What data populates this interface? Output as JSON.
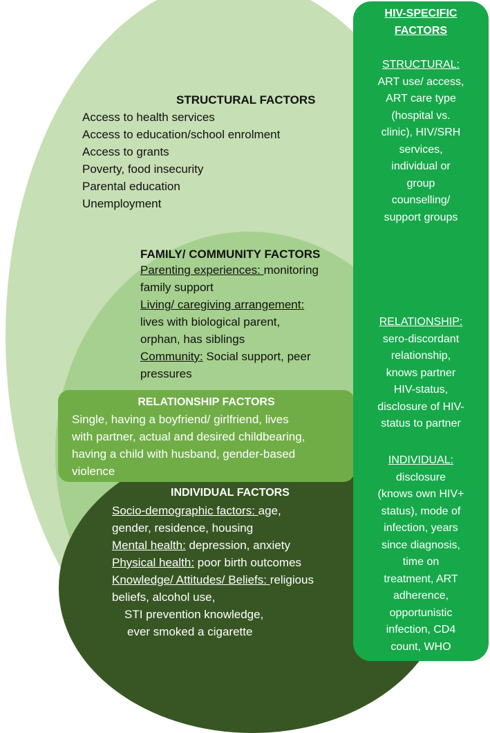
{
  "structural": {
    "title": "STRUCTURAL FACTORS",
    "items": [
      "Access to health services",
      "Access to education/school enrolment",
      "Access to grants",
      "Poverty, food insecurity",
      "Parental education",
      "Unemployment"
    ]
  },
  "family": {
    "title": "FAMILY/ COMMUNITY FACTORS",
    "parenting_label": "Parenting experiences: ",
    "parenting_text_1": "monitoring",
    "parenting_text_2": "family support",
    "living_label": "Living/ caregiving arrangement:",
    "living_text_1": "lives with biological parent,",
    "living_text_2": "orphan, has siblings",
    "community_label": "Community:",
    "community_text_1": " Social support, peer",
    "community_text_2": "pressures"
  },
  "relationship": {
    "title": "RELATIONSHIP FACTORS",
    "lines": [
      "Single, having a boyfriend/ girlfriend, lives",
      "with partner, actual and desired childbearing,",
      "having a child with husband, gender-based",
      "violence"
    ]
  },
  "individual": {
    "title": "INDIVIDUAL FACTORS",
    "socio_label": "Socio-demographic factors: ",
    "socio_text_1": "age,",
    "socio_text_2": "gender, residence, housing",
    "mental_label": "Mental health:",
    "mental_text": " depression, anxiety",
    "physical_label": "Physical health:",
    "physical_text": " poor birth outcomes",
    "knowledge_label": "Knowledge/ Attitudes/ Beliefs: ",
    "knowledge_text_1": "religious",
    "knowledge_text_2": "beliefs, alcohol use,",
    "knowledge_text_3": "STI prevention knowledge,",
    "knowledge_text_4": "ever smoked a cigarette"
  },
  "hiv": {
    "title_1": "HIV-SPECIFIC",
    "title_2": "FACTORS",
    "structural_label": "STRUCTURAL:",
    "structural_lines": [
      "ART use/ access,",
      "ART care type",
      "(hospital vs.",
      "clinic), HIV/SRH",
      "services,",
      "individual or",
      "group",
      "counselling/",
      "support groups"
    ],
    "relationship_label": "RELATIONSHIP:",
    "relationship_lines": [
      "sero-discordant",
      "relationship,",
      "knows partner",
      "HIV-status,",
      "disclosure of HIV-",
      "status to partner"
    ],
    "individual_label": "INDIVIDUAL:",
    "individual_lines": [
      "disclosure",
      "(knows own HIV+",
      "status), mode of",
      "infection, years",
      "since diagnosis,",
      "time on",
      "treatment, ART",
      "adherence,",
      "opportunistic",
      "infection, CD4",
      "count, WHO"
    ]
  }
}
